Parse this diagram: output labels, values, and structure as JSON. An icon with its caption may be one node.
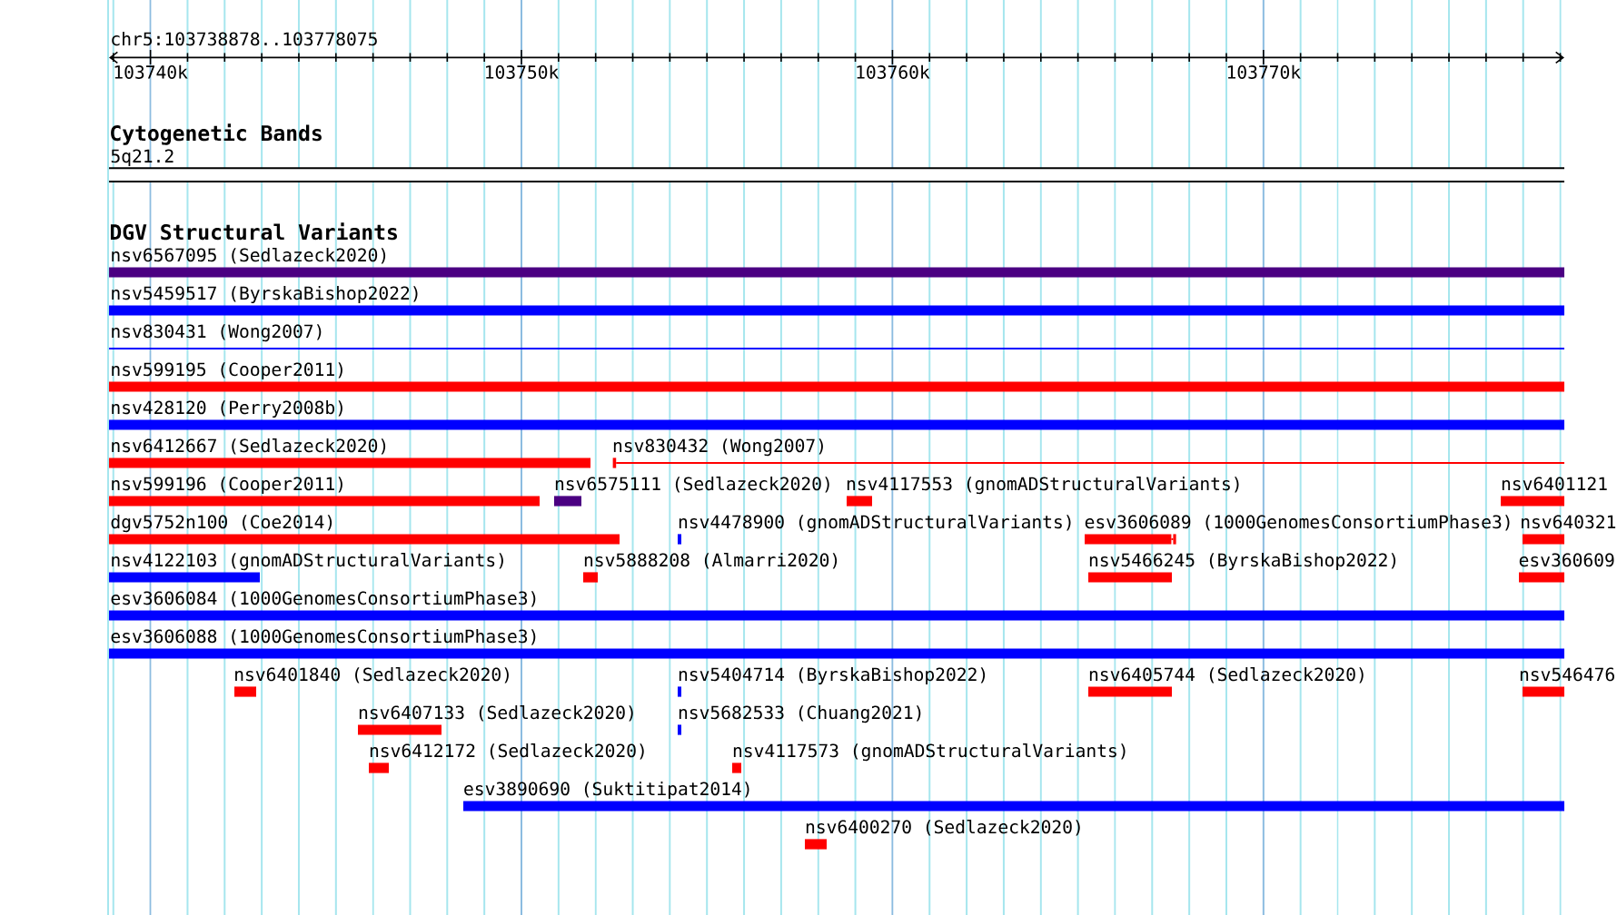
{
  "diagram": {
    "nodes": [
      {
        "text": [
          "5q21.2"
        ]
      },
      {
        "text": [
          "nsv6567095 (Sedlazeck2020)"
        ]
      },
      {
        "text": [
          "nsv5459517 (ByrskaBishop2022)"
        ]
      },
      {
        "text": [
          "nsv830431 (Wong2007)"
        ]
      },
      {
        "text": [
          "nsv599195 (Cooper2011)"
        ]
      },
      {
        "text": [
          "nsv428120 (Perry2008b)"
        ]
      },
      {
        "text": [
          "nsv6412667 (Sedlazeck2020)"
        ]
      },
      {
        "text": [
          "nsv830432 (Wong2007)"
        ]
      },
      {
        "text": [
          "nsv599196 (Cooper2011)"
        ]
      },
      {
        "text": [
          "nsv6575111 (Sedlazeck2020)"
        ]
      },
      {
        "text": [
          "nsv4117553 (gnomADStructuralVariants)"
        ]
      },
      {
        "text": [
          "nsv6401121"
        ]
      },
      {
        "text": [
          "dgv5752n100 (Coe2014)"
        ]
      },
      {
        "text": [
          "nsv4478900 (gnomADStructuralVariants)"
        ]
      },
      {
        "text": [
          "esv3606089 (1000GenomesConsortiumPhase3)"
        ]
      },
      {
        "text": [
          "nsv640321"
        ]
      },
      {
        "text": [
          "nsv4122103 (gnomADStructuralVariants)"
        ]
      },
      {
        "text": [
          "nsv5888208 (Almarri2020)"
        ]
      },
      {
        "text": [
          "nsv5466245 (ByrskaBishop2022)"
        ]
      },
      {
        "text": [
          "esv360609"
        ]
      },
      {
        "text": [
          "esv3606084 (1000GenomesConsortiumPhase3)"
        ]
      },
      {
        "text": [
          "esv3606088 (1000GenomesConsortiumPhase3)"
        ]
      },
      {
        "text": [
          "nsv6401840 (Sedlazeck2020)"
        ]
      },
      {
        "text": [
          "nsv5404714 (ByrskaBishop2022)"
        ]
      },
      {
        "text": [
          "nsv6405744 (Sedlazeck2020)"
        ]
      },
      {
        "text": [
          "nsv546476"
        ]
      },
      {
        "text": [
          "nsv6407133 (Sedlazeck2020)"
        ]
      },
      {
        "text": [
          "nsv5682533 (Chuang2021)"
        ]
      },
      {
        "text": [
          "nsv6412172 (Sedlazeck2020)"
        ]
      },
      {
        "text": [
          "nsv4117573 (gnomADStructuralVariants)"
        ]
      },
      {
        "text": [
          "esv3890690 (Suktitipat2014)"
        ]
      },
      {
        "text": [
          "nsv6400270 (Sedlazeck2020)"
        ]
      }
    ],
    "labels": [
      "chr5:103738878..103778075",
      "103740k",
      "103750k",
      "103760k",
      "103770k",
      "Cytogenetic Bands",
      "DGV Structural Variants"
    ]
  }
}
